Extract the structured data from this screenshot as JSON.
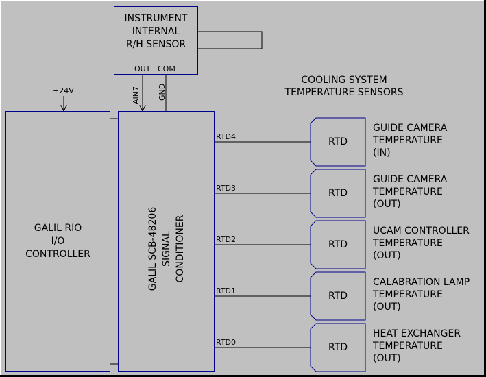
{
  "sensor_box": {
    "label": "INSTRUMENT\nINTERNAL\nR/H SENSOR",
    "out": "OUT",
    "com": "COM"
  },
  "pins": {
    "ain7": "AIN7",
    "gnd": "GND"
  },
  "supply": "+24V",
  "rio_box": {
    "label": "GALIL RIO\nI/O\nCONTROLLER"
  },
  "scb_box": {
    "label": "GALIL SCB-48206\nSIGNAL\nCONDITIONER"
  },
  "cooling_title": "COOLING SYSTEM\nTEMPERATURE SENSORS",
  "rtds": [
    {
      "channel": "RTD4",
      "label": "RTD",
      "description": "GUIDE CAMERA\nTEMPERATURE\n(IN)"
    },
    {
      "channel": "RTD3",
      "label": "RTD",
      "description": "GUIDE CAMERA\nTEMPERATURE\n(OUT)"
    },
    {
      "channel": "RTD2",
      "label": "RTD",
      "description": "UCAM CONTROLLER\nTEMPERATURE\n(OUT)"
    },
    {
      "channel": "RTD1",
      "label": "RTD",
      "description": "CALABRATION LAMP\nTEMPERATURE\n(OUT)"
    },
    {
      "channel": "RTD0",
      "label": "RTD",
      "description": "HEAT EXCHANGER\nTEMPERATURE\n(OUT)"
    }
  ],
  "colors": {
    "background": "#c0c0c0",
    "box_border": "#00008b",
    "wire": "#000000"
  }
}
